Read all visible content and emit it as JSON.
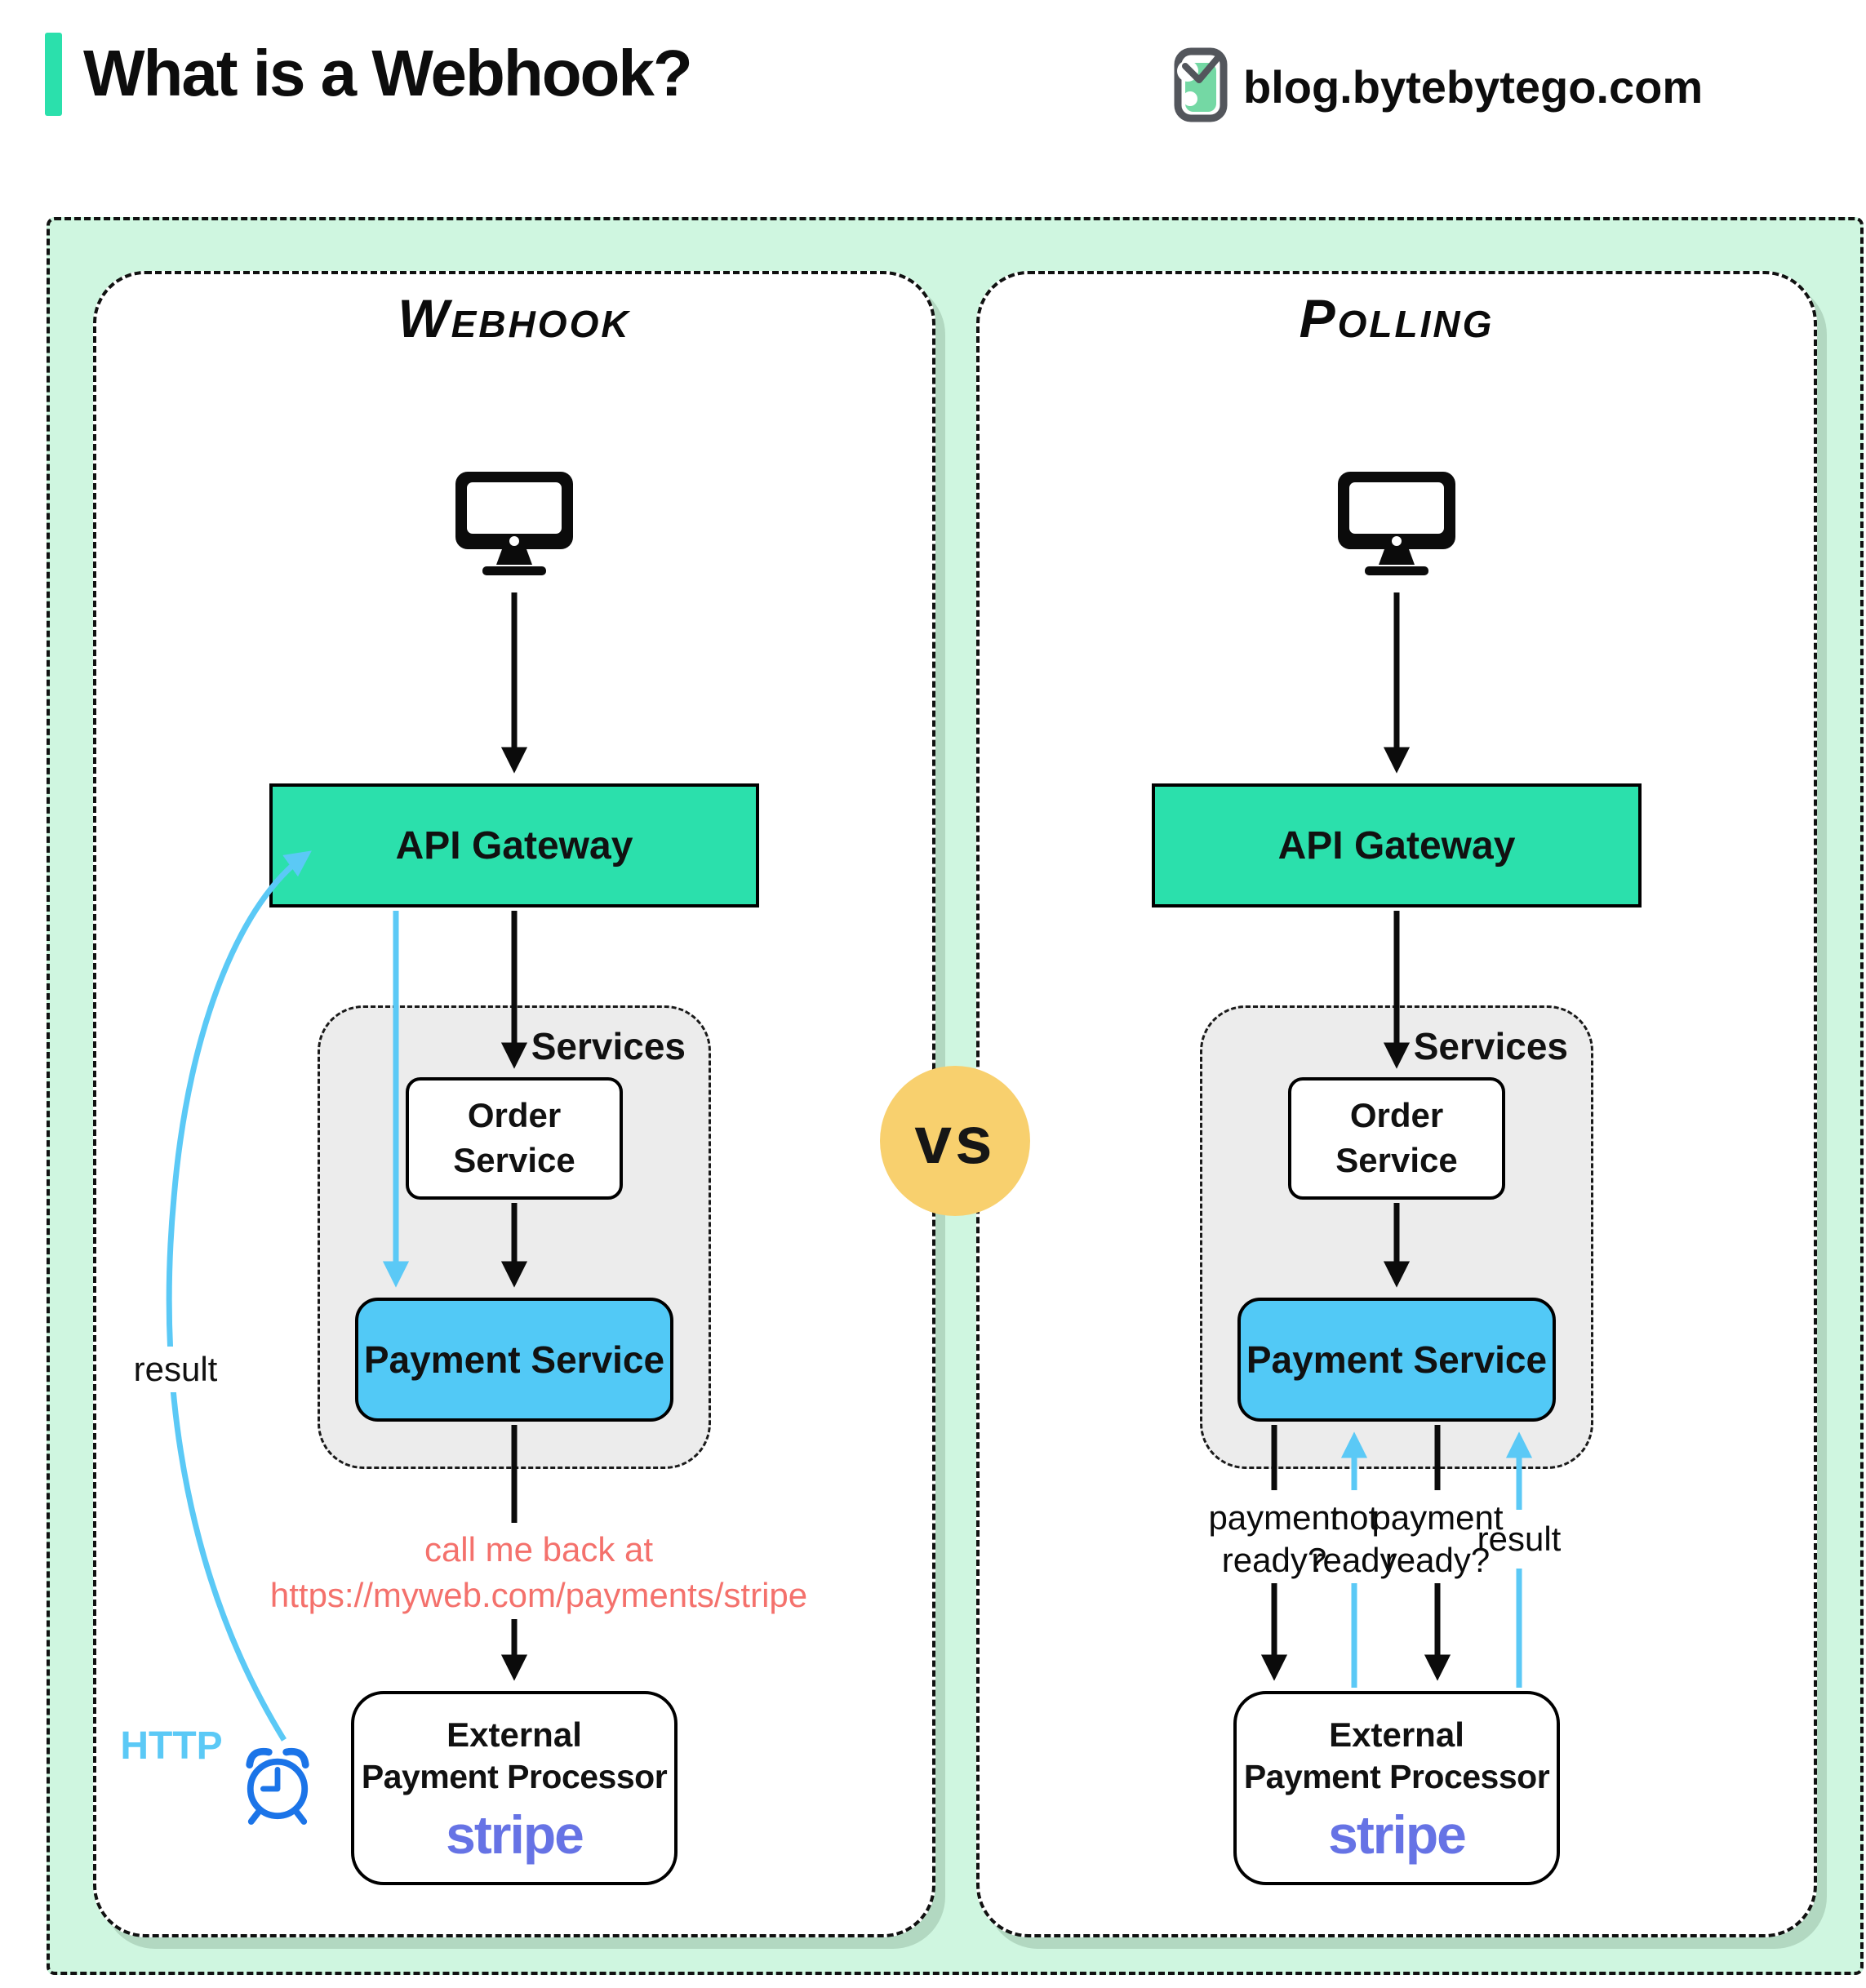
{
  "header": {
    "title": "What is a Webhook?",
    "site": "blog.bytebytego.com"
  },
  "vs_label": "vs",
  "webhook": {
    "title": "Webhook",
    "api_gateway": "API Gateway",
    "services_label": "Services",
    "order_line1": "Order",
    "order_line2": "Service",
    "payment_service": "Payment Service",
    "callback_line1": "call me back at",
    "callback_line2": "https://myweb.com/payments/stripe",
    "result_label": "result",
    "http_label": "HTTP",
    "external_line1": "External",
    "external_line2": "Payment Processor",
    "stripe_label": "stripe"
  },
  "polling": {
    "title": "Polling",
    "api_gateway": "API Gateway",
    "services_label": "Services",
    "order_line1": "Order",
    "order_line2": "Service",
    "payment_service": "Payment Service",
    "ask1_line1": "payment",
    "ask1_line2": "ready?",
    "notready_line1": "not",
    "notready_line2": "ready",
    "ask2_line1": "payment",
    "ask2_line2": "ready?",
    "result_label": "result",
    "external_line1": "External",
    "external_line2": "Payment Processor",
    "stripe_label": "stripe"
  },
  "colors": {
    "teal": "#2be0ac",
    "mint": "#cff6e0",
    "panel-blue": "#52c9f6",
    "arrow-blue": "#5bc9f6",
    "clock-blue": "#1b74e8",
    "salmon": "#f4716c",
    "stripe-purple": "#6673e5",
    "services-gray": "#ececec",
    "vs-yellow": "#f8d06e",
    "ink": "#111111"
  }
}
